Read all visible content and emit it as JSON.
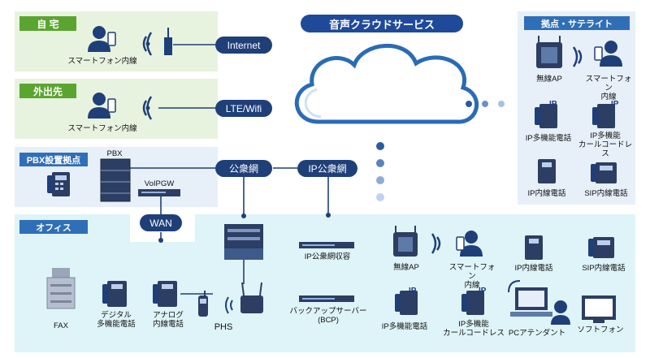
{
  "sites": {
    "home": {
      "title": "自 宅",
      "device": "スマートフォン内線"
    },
    "outside": {
      "title": "外出先",
      "device": "スマートフォン内線"
    },
    "pbx_site": {
      "title": "PBX設置拠点",
      "pbx": "PBX",
      "gateway": "VoIPGW"
    },
    "satellite": {
      "title": "拠点・サテライト",
      "wireless_ap": "無線AP",
      "smartphone": "スマートフォン\n内線",
      "ip_multi_phone": "IP多機能電話",
      "ip_multi_cordless": "IP多機能\nカールコードレス",
      "ip_ext_phone": "IP内線電話",
      "sip_ext_phone": "SIP内線電話"
    },
    "office": {
      "title": "オフィス",
      "fax": "FAX",
      "digital_phone": "デジタル\n多機能電話",
      "analog_phone": "アナログ\n内線電話",
      "phs": "PHS",
      "ip_public_gw": "IP公衆網収容",
      "backup_server": "バックアップサーバー\n(BCP)",
      "wireless_ap": "無線AP",
      "smartphone": "スマートフォン\n内線",
      "ip_ext_phone": "IP内線電話",
      "sip_ext_phone": "SIP内線電話",
      "ip_multi_phone": "IP多機能電話",
      "ip_multi_cordless": "IP多機能\nカールコードレス",
      "pc_attendant": "PCアテンダント",
      "softphone": "ソフトフォン"
    }
  },
  "networks": {
    "internet": "Internet",
    "lte": "LTE/Wifi",
    "public": "公衆網",
    "ip_public": "IP公衆網",
    "wan": "WAN"
  },
  "cloud": {
    "title": "音声クラウドサービス"
  }
}
